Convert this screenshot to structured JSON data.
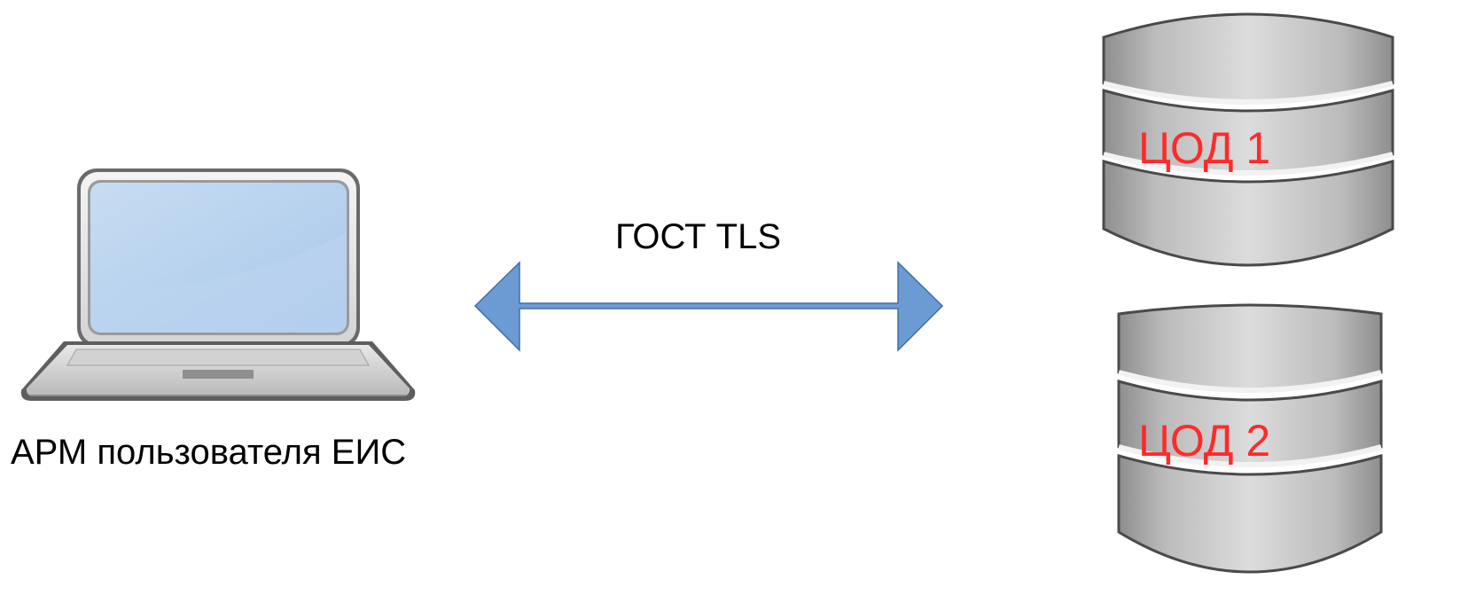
{
  "client": {
    "label": "АРМ пользователя ЕИС",
    "icon": "laptop-icon"
  },
  "connection": {
    "label": "ГОСТ TLS",
    "icon": "bidirectional-arrow",
    "color": "#6b9bd2"
  },
  "datacenters": [
    {
      "label": "ЦОД 1",
      "icon": "database-icon"
    },
    {
      "label": "ЦОД 2",
      "icon": "database-icon"
    }
  ],
  "colors": {
    "datacenter_label": "#ff2a2a",
    "arrow_fill": "#6b9bd2",
    "arrow_stroke": "#3f6fa8"
  }
}
